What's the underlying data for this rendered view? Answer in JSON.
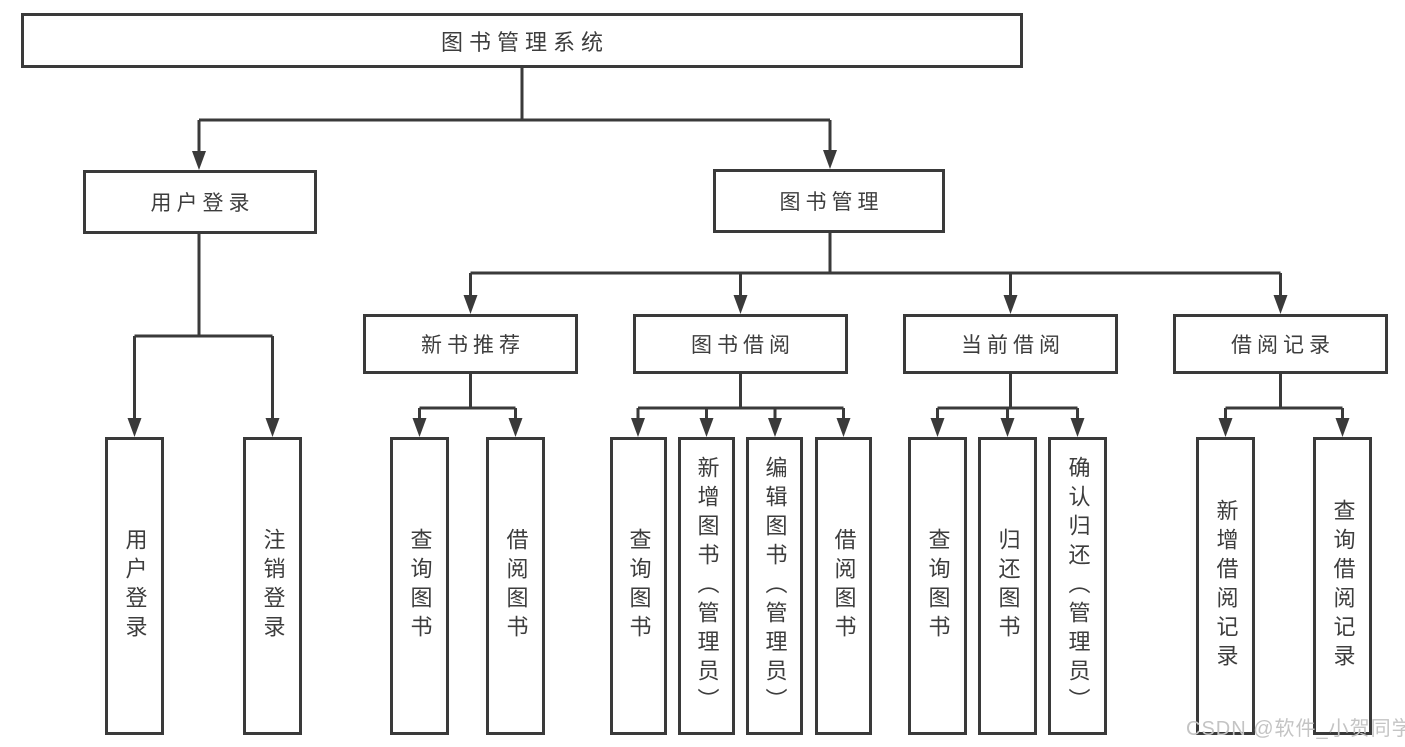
{
  "diagram": {
    "title": "图书管理系统",
    "nodes": {
      "root": {
        "label": "图书管理系统"
      },
      "level1": [
        {
          "label": "用户登录"
        },
        {
          "label": "图书管理"
        }
      ],
      "level2": [
        {
          "label": "新书推荐",
          "parent": "图书管理"
        },
        {
          "label": "图书借阅",
          "parent": "图书管理"
        },
        {
          "label": "当前借阅",
          "parent": "图书管理"
        },
        {
          "label": "借阅记录",
          "parent": "图书管理"
        }
      ],
      "leaves": [
        {
          "label": "用户登录",
          "parent": "用户登录"
        },
        {
          "label": "注销登录",
          "parent": "用户登录"
        },
        {
          "label": "查询图书",
          "parent": "新书推荐"
        },
        {
          "label": "借阅图书",
          "parent": "新书推荐"
        },
        {
          "label": "查询图书",
          "parent": "图书借阅"
        },
        {
          "label": "新增图书（管理员）",
          "parent": "图书借阅"
        },
        {
          "label": "编辑图书（管理员）",
          "parent": "图书借阅"
        },
        {
          "label": "借阅图书",
          "parent": "图书借阅"
        },
        {
          "label": "查询图书",
          "parent": "当前借阅"
        },
        {
          "label": "归还图书",
          "parent": "当前借阅"
        },
        {
          "label": "确认归还（管理员）",
          "parent": "当前借阅"
        },
        {
          "label": "新增借阅记录",
          "parent": "借阅记录"
        },
        {
          "label": "查询借阅记录",
          "parent": "借阅记录"
        }
      ]
    }
  },
  "watermark": {
    "text": "CSDN @软件_小贺同学"
  },
  "colors": {
    "line": "#3a3a3a",
    "border": "#3a3a3a",
    "text": "#3d3d3d",
    "box_background": "#ffffff",
    "page_background": "#ffffff",
    "watermark": "#c4c4c4"
  }
}
